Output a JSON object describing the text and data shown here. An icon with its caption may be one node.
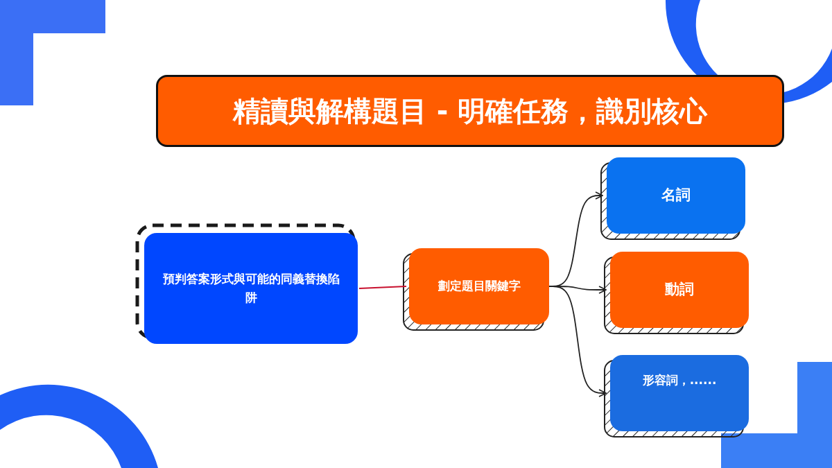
{
  "diagram": {
    "title": "精讀與解構題目 - 明確任務，識別核心",
    "nodes": [
      {
        "text": [
          "預判答案形式與可能的同義替換陷阱"
        ]
      },
      {
        "text": [
          "劃定題目關鍵字"
        ]
      },
      {
        "text": [
          "名詞"
        ]
      },
      {
        "text": [
          "動詞"
        ]
      },
      {
        "text": [
          "形容詞，......"
        ]
      }
    ],
    "edges": [
      {
        "from": 0,
        "to": 1,
        "arrow": "none",
        "color": "#c8102e"
      },
      {
        "from": 1,
        "to": 2,
        "arrow": "to"
      },
      {
        "from": 1,
        "to": 3,
        "arrow": "to"
      },
      {
        "from": 1,
        "to": 4,
        "arrow": "to"
      }
    ]
  }
}
